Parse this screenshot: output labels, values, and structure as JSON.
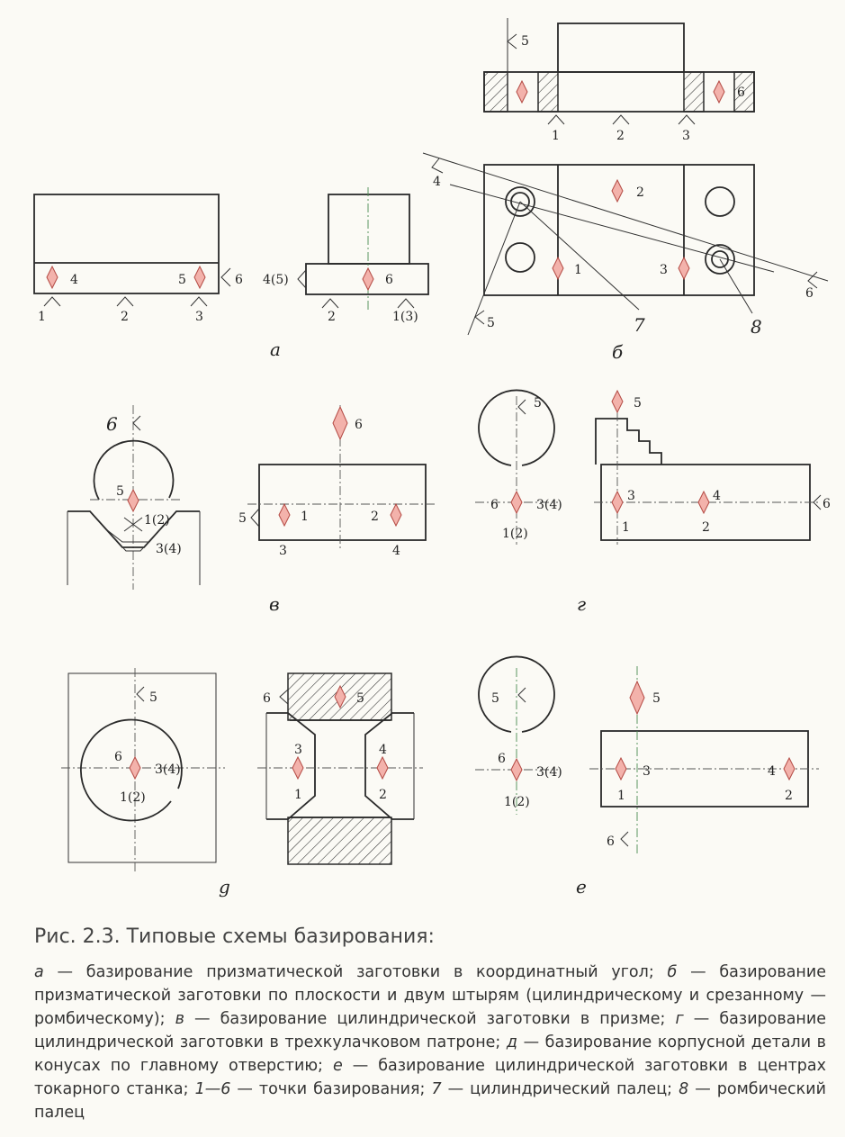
{
  "figure": {
    "panel_labels": {
      "a": "а",
      "b": "б",
      "v": "в",
      "g": "г",
      "d": "g",
      "e": "е"
    },
    "points": {
      "p1": "1",
      "p2": "2",
      "p3": "3",
      "p4": "4",
      "p5": "5",
      "p6": "6",
      "p7": "7",
      "p8": "8",
      "p4_5": "4(5)",
      "p1_3": "1(3)",
      "p1_2": "1(2)",
      "p3_4": "3(4)"
    }
  },
  "caption": {
    "title": "Рис. 2.3. Типовые схемы базирования:",
    "parts": [
      {
        "key": "а",
        "text": " — базирование призматической заготовки в координатный угол; "
      },
      {
        "key": "б",
        "text": " — базирование призматической заготовки по плоскости и двум штырям (цилиндрическому и срезанному — ромбическому); "
      },
      {
        "key": "в",
        "text": " — базирование цилиндрической заготовки в призме; "
      },
      {
        "key": "г",
        "text": " — базирование цилиндрической заготовки в трехкулачковом патроне; "
      },
      {
        "key": "д",
        "text": " — базирование корпусной детали в конусах по главному отверстию; "
      },
      {
        "key": "е",
        "text": " — базирование цилиндрической заготовки в центрах токарного станка; "
      },
      {
        "key": "1—6",
        "text": " — точки базирования; "
      },
      {
        "key": "7",
        "text": " — цилиндрический палец; "
      },
      {
        "key": "8",
        "text": " — ромбический палец"
      }
    ]
  }
}
